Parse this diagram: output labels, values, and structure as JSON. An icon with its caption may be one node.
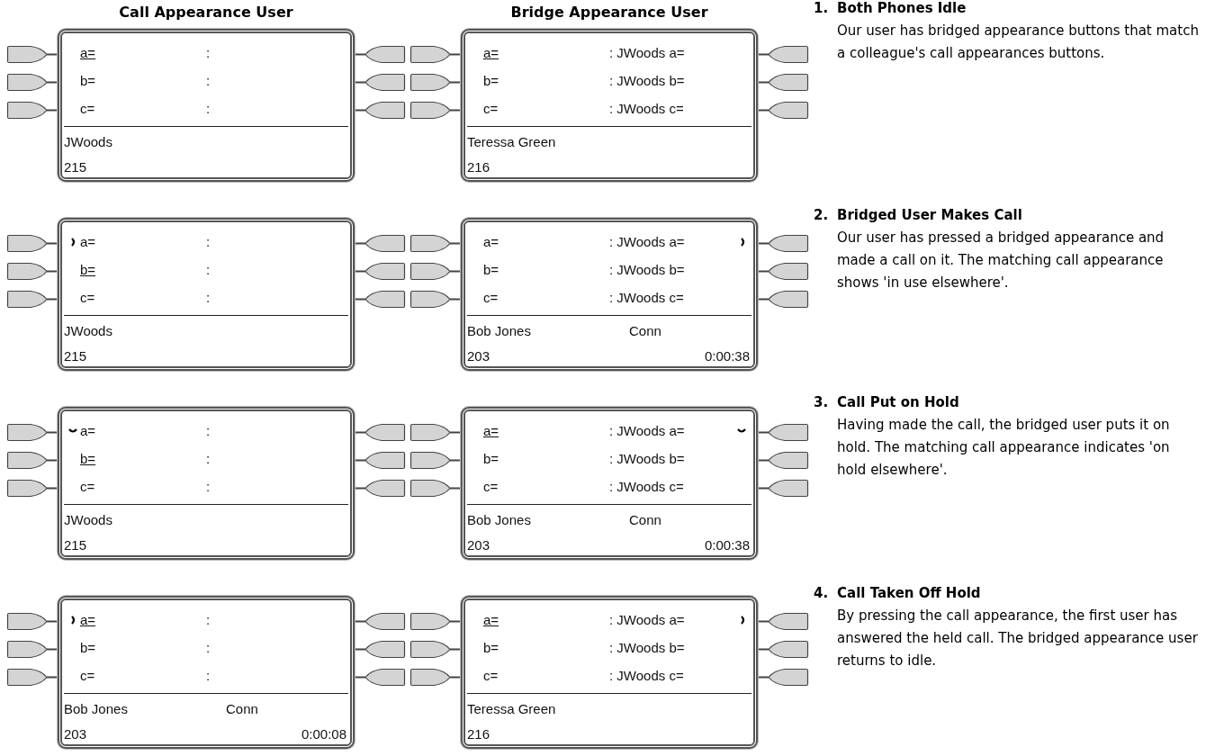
{
  "diagram": {
    "nodes": [
      {
        "text": [
          "a=",
          ":",
          "b=",
          ":",
          "c=",
          ":",
          "JWoods",
          "215"
        ]
      },
      {
        "text": [
          "a=",
          ": JWoods a=",
          "b=",
          ": JWoods b=",
          "c=",
          ": JWoods c=",
          "Teressa Green",
          "216"
        ]
      },
      {
        "text": [
          "a=",
          ":",
          "b=",
          ":",
          "c=",
          ":",
          "JWoods",
          "215"
        ]
      },
      {
        "text": [
          "a=",
          ": JWoods a=",
          "b=",
          ": JWoods b=",
          "c=",
          ": JWoods c=",
          "Bob Jones",
          "Conn",
          "203",
          "0:00:38"
        ]
      },
      {
        "text": [
          "a=",
          ":",
          "b=",
          ":",
          "c=",
          ":",
          "JWoods",
          "215"
        ]
      },
      {
        "text": [
          "a=",
          ": JWoods a=",
          "b=",
          ": JWoods b=",
          "c=",
          ": JWoods c=",
          "Bob Jones",
          "Conn",
          "203",
          "0:00:38"
        ]
      },
      {
        "text": [
          "a=",
          ":",
          "b=",
          ":",
          "c=",
          ":",
          "Bob Jones",
          "Conn",
          "203",
          "0:00:08"
        ]
      },
      {
        "text": [
          "a=",
          ": JWoods a=",
          "b=",
          ": JWoods b=",
          "c=",
          ": JWoods c=",
          "Teressa Green",
          "216"
        ]
      }
    ],
    "labels": [
      "Call Appearance User",
      "Bridge Appearance User",
      "1.",
      "Both Phones Idle",
      "Our user has bridged appearance buttons that match a colleague's call appearances buttons.",
      "2.",
      "Bridged User Makes Call",
      "Our user has pressed a bridged appearance and made a call on it. The matching call appearance shows 'in use elsewhere'.",
      "3.",
      "Call Put on Hold",
      "Having made the call, the bridged user puts it on hold. The matching call appearance indicates 'on hold elsewhere'.",
      "4.",
      "Call Taken Off Hold",
      "By pressing the call appearance, the first user has answered the held call. The bridged appearance user returns to idle."
    ]
  }
}
